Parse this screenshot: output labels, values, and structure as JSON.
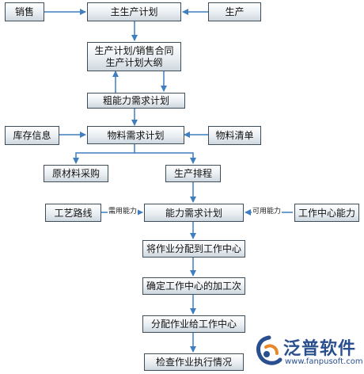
{
  "nodes": {
    "sales": "销售",
    "master_plan": "主生产计划",
    "production": "生产",
    "plan_outline_1": "生产计划/销售合同",
    "plan_outline_2": "生产计划大纲",
    "rough_capacity": "粗能力需求计划",
    "inventory_info": "库存信息",
    "material_plan": "物料需求计划",
    "bom": "物料清单",
    "raw_purchase": "原材料采购",
    "production_schedule": "生产排程",
    "process_route": "工艺路线",
    "capacity_plan": "能力需求计划",
    "work_center_capacity": "工作中心能力",
    "assign_to_center": "将作业分配到工作中心",
    "confirm_processing": "确定工作中心的加工次",
    "dispatch_job": "分配作业给工作中心",
    "check_execution": "检查作业执行情况"
  },
  "edge_labels": {
    "required_capacity": "需用能力",
    "available_capacity": "可用能力"
  },
  "logo": {
    "name": "泛普软件",
    "url": "www.fanpusoft.com"
  },
  "colors": {
    "arrow": "#3f7fc0",
    "border": "#3d4e5a",
    "logo": "#2a4f8f"
  }
}
